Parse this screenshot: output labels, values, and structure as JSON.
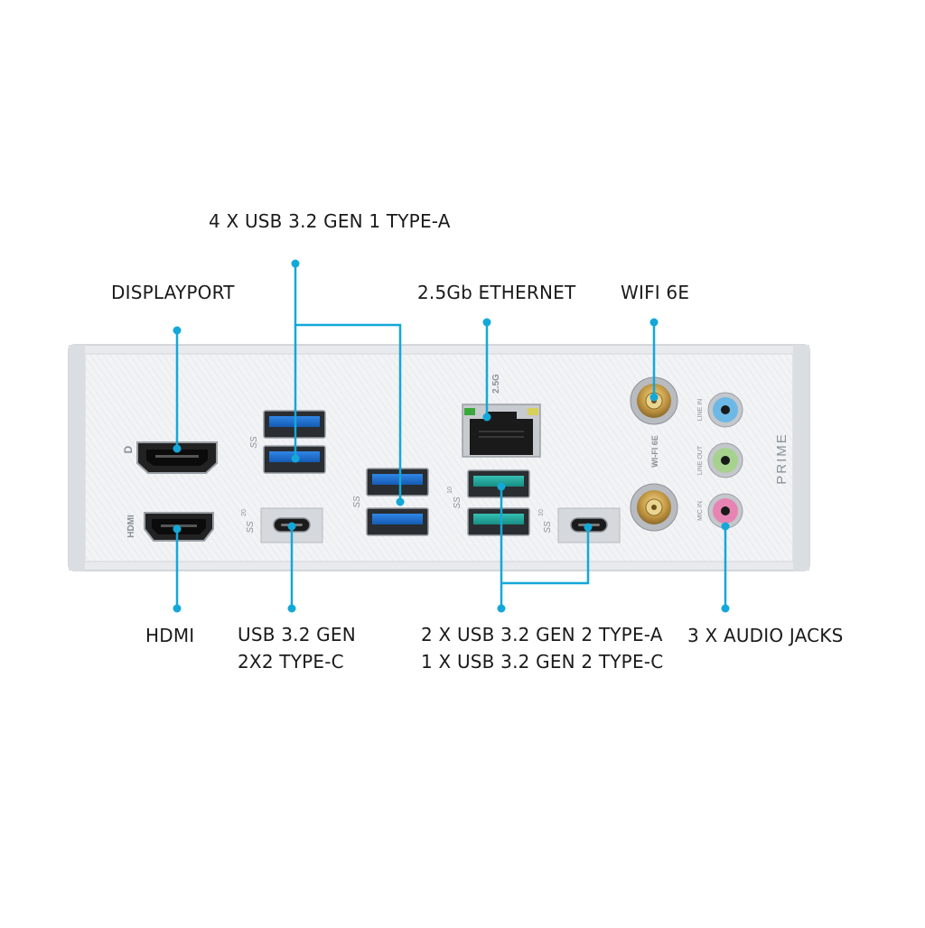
{
  "title": "",
  "labels": {
    "usb_gen1": "4 X USB 3.2 GEN 1 TYPE-A",
    "displayport": "DISPLAYPORT",
    "ethernet": "2.5Gb ETHERNET",
    "wifi": "WIFI 6E",
    "hdmi": "HDMI",
    "usb_2x2_line1": "USB 3.2 GEN",
    "usb_2x2_line2": "2X2 TYPE-C",
    "usb_gen2_line1": "2 X USB 3.2 GEN 2 TYPE-A",
    "usb_gen2_line2": "1 X USB 3.2 GEN 2 TYPE-C",
    "audio": "3 X AUDIO JACKS"
  },
  "panel": {
    "brand": "PRIME",
    "dp_label": "D",
    "hdmi_label": "HDMI",
    "lan_speed": "2.5G",
    "wifi_label": "WI-FI 6E",
    "audio_labels": [
      "LINE IN",
      "LINE OUT",
      "MIC IN"
    ],
    "ss_label": "SS",
    "ss20": "20",
    "ss10": "10"
  },
  "colors": {
    "callout_line": "#13a8d8",
    "usb_gen1_blue": "#1c6fd0",
    "usb_gen2_teal": "#1fa69a",
    "line_in_blue": "#6cb8e6",
    "line_out_green": "#a7d28e",
    "mic_in_pink": "#e884b3",
    "panel": "#f3f4f6"
  }
}
